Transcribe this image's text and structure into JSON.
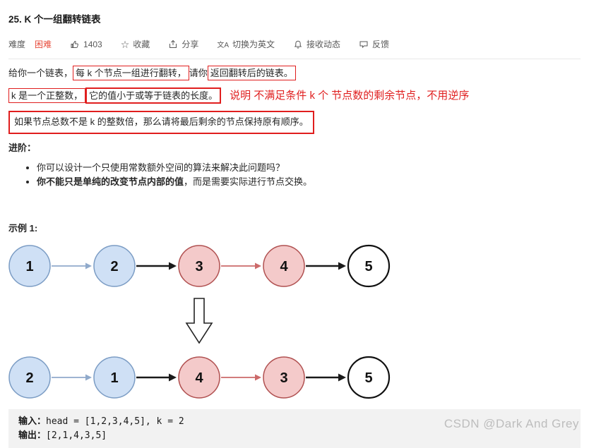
{
  "page": {
    "title": "25. K 个一组翻转链表",
    "watermark": "CSDN @Dark And Grey"
  },
  "toolbar": {
    "difficulty_label": "难度",
    "difficulty_value": "困难",
    "like_count": "1403",
    "favorite_label": "收藏",
    "share_label": "分享",
    "switch_lang_label": "切换为英文",
    "switch_lang_glyph": "文A",
    "favorite_glyph": "☆",
    "subscribe_label": "接收动态",
    "feedback_label": "反馈"
  },
  "description": {
    "p1": [
      "给你一个链表，",
      "每 k 个节点一组进行翻转，",
      "请你",
      "返回翻转后的链表。"
    ],
    "p2": [
      "k 是一个正整数，",
      "它的值小于或等于链表的长度。"
    ],
    "p2_annotation": "说明 不满足条件 k 个 节点数的剩余节点，不用逆序",
    "p3": "如果节点总数不是 k 的整数倍，那么请将最后剩余的节点保持原有顺序。",
    "advanced_label": "进阶：",
    "bullets": {
      "b1": "你可以设计一个只使用常数额外空间的算法来解决此问题吗？",
      "b2_bold": "你不能只是单纯的改变节点内部的值",
      "b2_rest": "，而是需要实际进行节点交换。"
    }
  },
  "example": {
    "label": "示例 1:",
    "input_label": "输入：",
    "input_value": "head = [1,2,3,4,5], k = 2",
    "output_label": "输出：",
    "output_value": "[2,1,4,3,5]"
  },
  "diagram": {
    "row1": {
      "nodes": [
        {
          "value": "1",
          "color": "blue"
        },
        {
          "value": "2",
          "color": "blue"
        },
        {
          "value": "3",
          "color": "red"
        },
        {
          "value": "4",
          "color": "red"
        },
        {
          "value": "5",
          "color": "plain"
        }
      ],
      "arrows": [
        "blue",
        "black",
        "red",
        "black"
      ]
    },
    "row2": {
      "nodes": [
        {
          "value": "2",
          "color": "blue"
        },
        {
          "value": "1",
          "color": "blue"
        },
        {
          "value": "4",
          "color": "red"
        },
        {
          "value": "3",
          "color": "red"
        },
        {
          "value": "5",
          "color": "plain"
        }
      ],
      "arrows": [
        "blue",
        "black",
        "red",
        "black"
      ]
    },
    "node_colors": {
      "blue": {
        "fill": "#cfe0f5",
        "stroke": "#7b9cc4",
        "stroke_width": 1.5
      },
      "red": {
        "fill": "#f4caca",
        "stroke": "#b05050",
        "stroke_width": 1.5
      },
      "plain": {
        "fill": "#ffffff",
        "stroke": "#111111",
        "stroke_width": 2.2
      }
    },
    "arrow_colors": {
      "blue": "#90aacb",
      "red": "#cc6a6a",
      "black": "#1a1a1a"
    }
  },
  "colors": {
    "difficulty_hard": "#e74c3c",
    "highlight_box": "#e01e1e",
    "annotation_text": "#e02020",
    "code_background": "#f2f2f2"
  }
}
